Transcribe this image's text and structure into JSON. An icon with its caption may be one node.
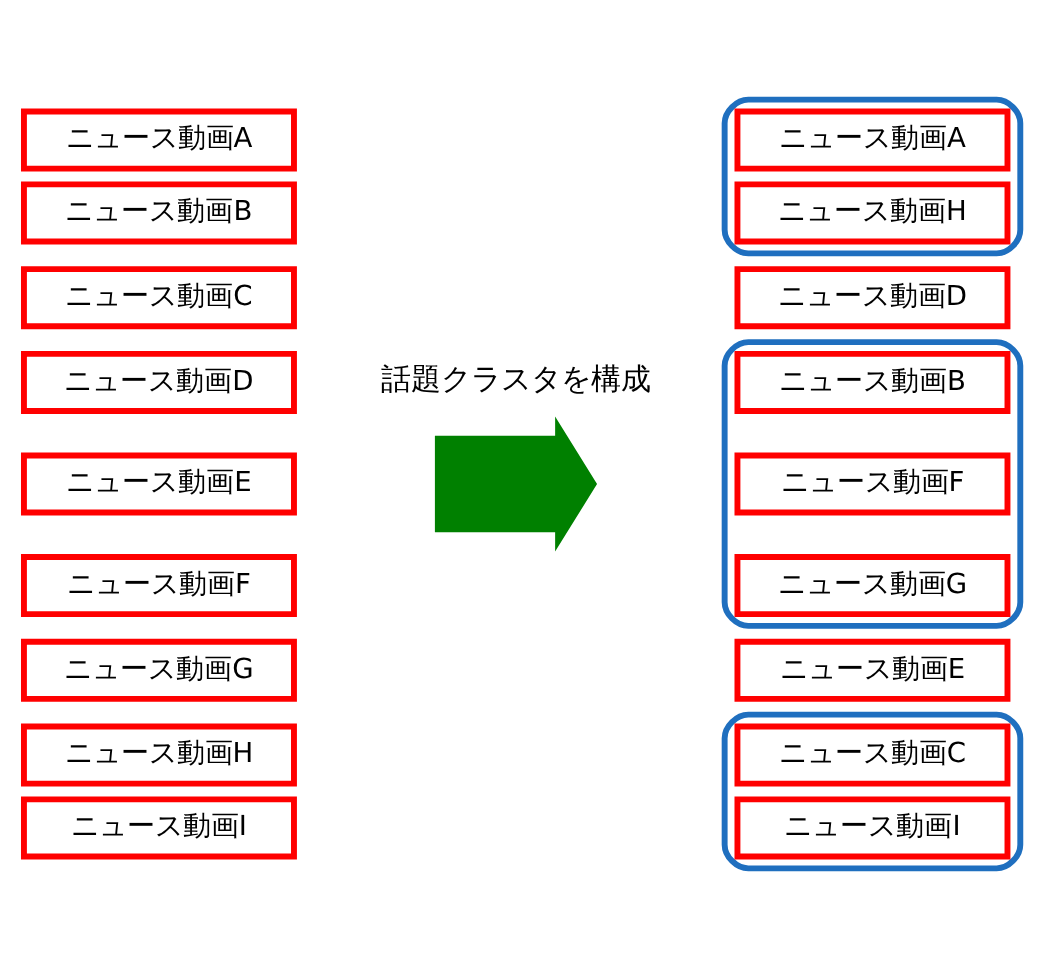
{
  "diagram": {
    "nodes": [
      {
        "text": [
          "ニュース動画A"
        ]
      },
      {
        "text": [
          "ニュース動画B"
        ]
      },
      {
        "text": [
          "ニュース動画C"
        ]
      },
      {
        "text": [
          "ニュース動画D"
        ]
      },
      {
        "text": [
          "ニュース動画E"
        ]
      },
      {
        "text": [
          "ニュース動画F"
        ]
      },
      {
        "text": [
          "ニュース動画G"
        ]
      },
      {
        "text": [
          "ニュース動画H"
        ]
      },
      {
        "text": [
          "ニュース動画I"
        ]
      },
      {
        "text": [],
        "shape": "arrow",
        "beside": [
          "話題クラスタを構成"
        ]
      },
      {
        "text": [],
        "shape": "box"
      },
      {
        "text": [
          "ニュース動画A"
        ],
        "in": 10
      },
      {
        "text": [
          "ニュース動画H"
        ],
        "in": 10
      },
      {
        "text": [
          "ニュース動画D"
        ]
      },
      {
        "text": [],
        "shape": "box"
      },
      {
        "text": [
          "ニュース動画B"
        ],
        "in": 14
      },
      {
        "text": [
          "ニュース動画F"
        ],
        "in": 14
      },
      {
        "text": [
          "ニュース動画G"
        ],
        "in": 14
      },
      {
        "text": [
          "ニュース動画E"
        ]
      },
      {
        "text": [],
        "shape": "box"
      },
      {
        "text": [
          "ニュース動画C"
        ],
        "in": 19
      },
      {
        "text": [
          "ニュース動画I"
        ],
        "in": 19
      }
    ]
  }
}
